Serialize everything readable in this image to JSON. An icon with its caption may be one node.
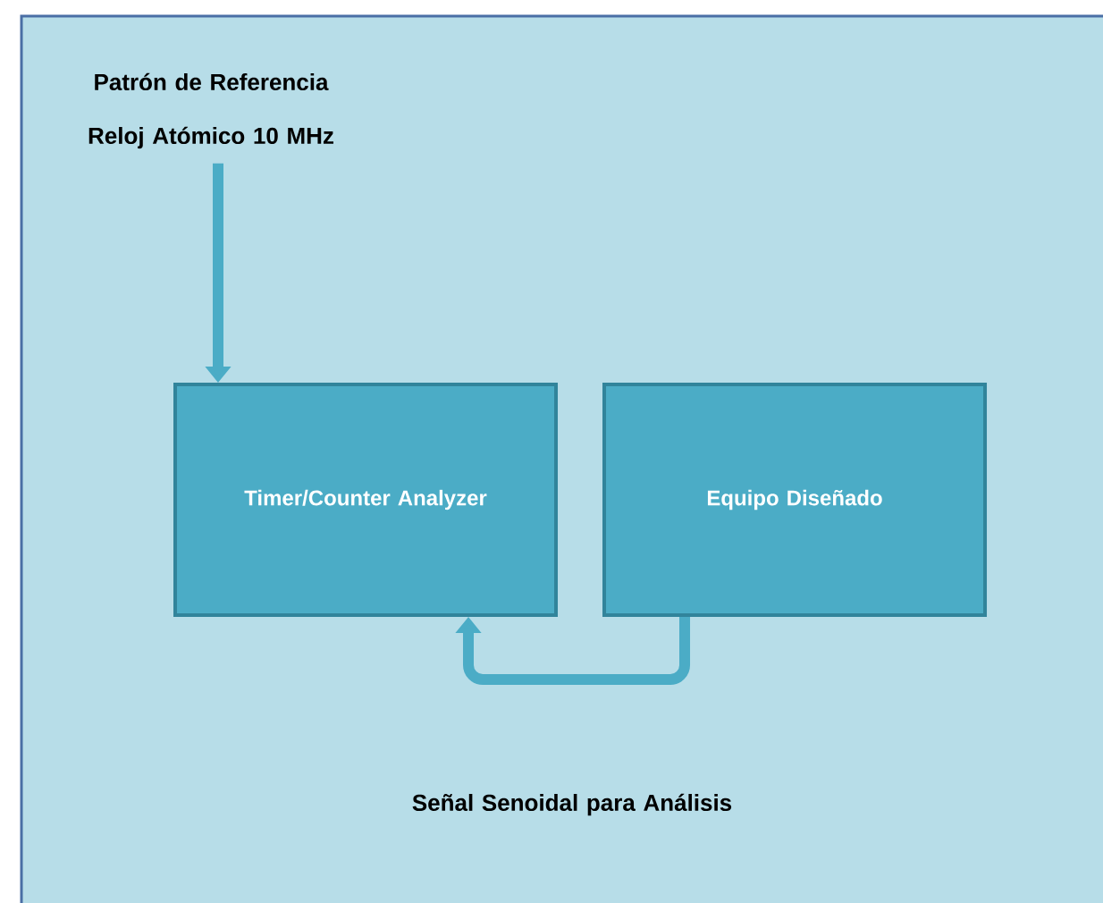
{
  "diagram": {
    "nodes": [
      {
        "text": [
          "Patrón de Referencia Reloj Atómico 10 MHz"
        ]
      },
      {
        "text": [
          "Timer/Counter Analyzer"
        ]
      },
      {
        "text": [
          "Equipo Diseñado"
        ]
      }
    ],
    "edges": [
      {
        "from": 0,
        "to": 1,
        "arrow": "to"
      },
      {
        "from": 2,
        "to": 1,
        "arrow": "to",
        "label": "Señal Senoidal para Análisis"
      }
    ]
  }
}
